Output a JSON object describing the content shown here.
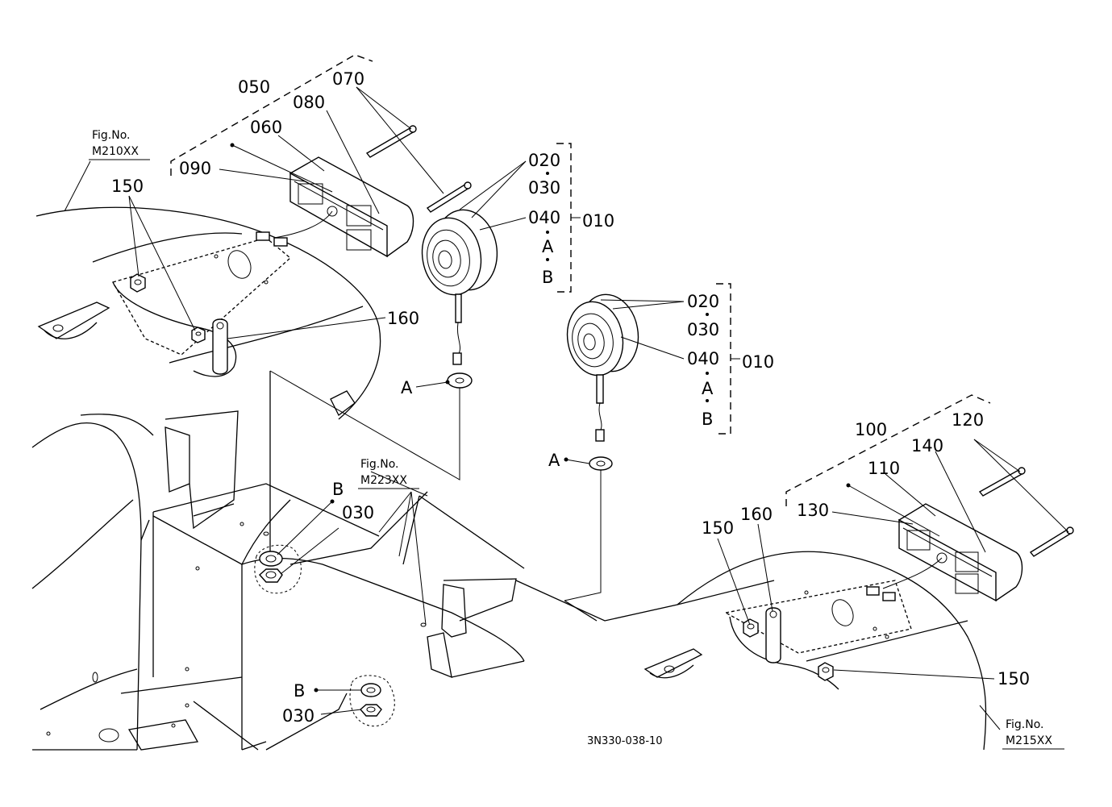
{
  "labels": {
    "l050": "050",
    "l070": "070",
    "l080": "080",
    "l060": "060",
    "l090": "090",
    "l150a": "150",
    "l160a": "160",
    "l020a": "020",
    "l030a": "030",
    "l040a": "040",
    "lAa": "A",
    "lBa": "B",
    "l010a": "010",
    "l020b": "020",
    "l030b": "030",
    "l040b": "040",
    "lAb": "A",
    "lBb": "B",
    "l010b": "010",
    "lA1": "A",
    "lA2": "A",
    "lB1": "B",
    "l030c": "030",
    "lB2": "B",
    "l030d": "030",
    "l100": "100",
    "l120": "120",
    "l140": "140",
    "l110": "110",
    "l130": "130",
    "l150b": "150",
    "l160b": "160",
    "l150c": "150"
  },
  "figure_refs": {
    "ref1_title": "Fig.No.",
    "ref1_code": "M210XX",
    "ref2_title": "Fig.No.",
    "ref2_code": "M223XX",
    "ref3_title": "Fig.No.",
    "ref3_code": "M215XX"
  },
  "document_number": "3N330-038-10"
}
